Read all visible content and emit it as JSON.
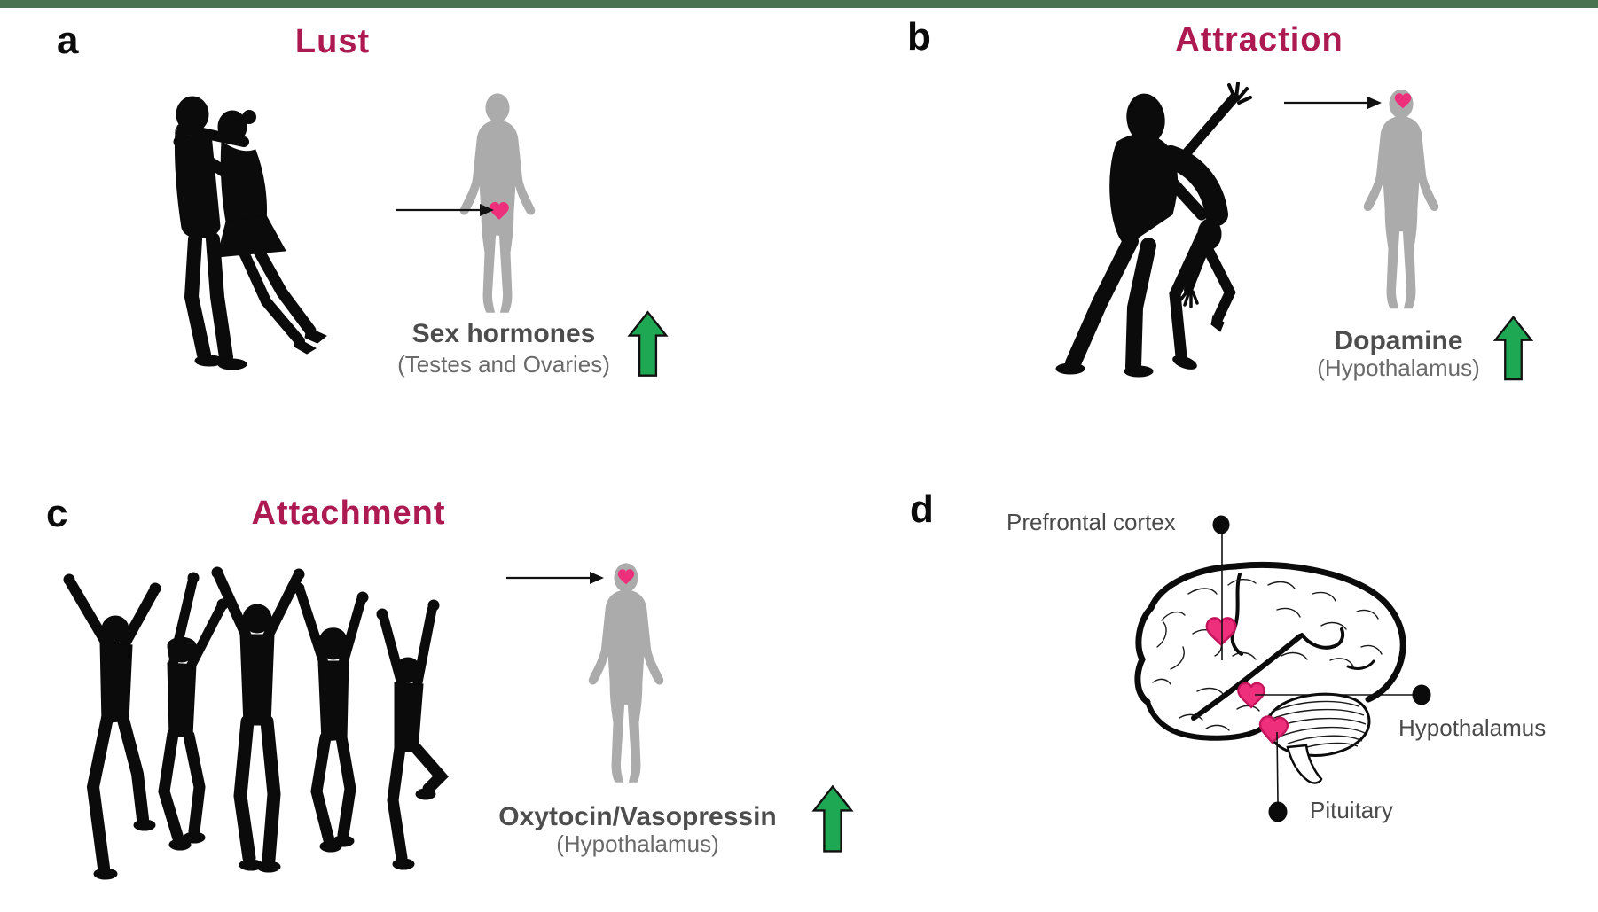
{
  "colors": {
    "top_bar": "#4a724e",
    "title_crimson": "#ad1a52",
    "heart_pink": "#ee2f7b",
    "heart_outline": "#c4145c",
    "arrow_green": "#1ea853",
    "figure_gray": "#ababab",
    "silhouette_black": "#0b0b0b",
    "label_gray": "#4a4a4a"
  },
  "panels": [
    {
      "label": "a",
      "title": "Lust",
      "hormone": "Sex hormones",
      "source": "(Testes and Ovaries)"
    },
    {
      "label": "b",
      "title": "Attraction",
      "hormone": "Dopamine",
      "source": "(Hypothalamus)"
    },
    {
      "label": "c",
      "title": "Attachment",
      "hormone": "Oxytocin/Vasopressin",
      "source": "(Hypothalamus)"
    },
    {
      "label": "d",
      "regions": [
        "Prefrontal cortex",
        "Hypothalamus",
        "Pituitary"
      ]
    }
  ]
}
